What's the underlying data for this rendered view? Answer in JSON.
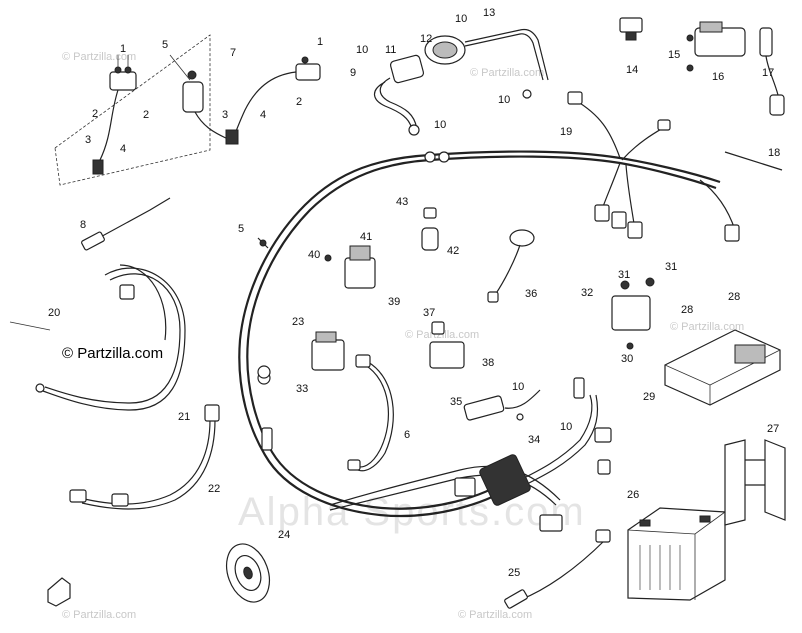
{
  "copyright": "© Partzilla.com",
  "watermarks": {
    "small": "© Partzilla.com",
    "big": "Alpha Sports.com"
  },
  "callouts": [
    "1",
    "2",
    "3",
    "4",
    "5",
    "6",
    "7",
    "8",
    "9",
    "10",
    "11",
    "12",
    "13",
    "14",
    "15",
    "16",
    "17",
    "18",
    "19",
    "20",
    "21",
    "22",
    "23",
    "24",
    "25",
    "26",
    "27",
    "28",
    "29",
    "30",
    "31",
    "32",
    "33",
    "34",
    "35",
    "36",
    "37",
    "38",
    "39",
    "40",
    "41",
    "42",
    "43"
  ]
}
